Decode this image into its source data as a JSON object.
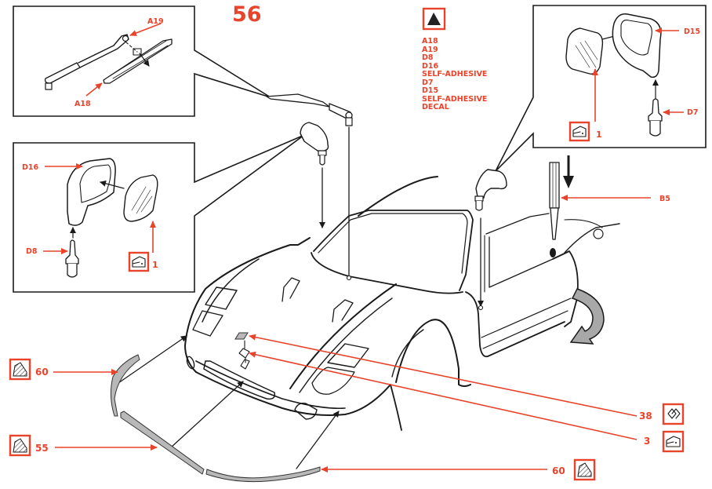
{
  "page": {
    "step_number": "56",
    "colors": {
      "accent_red": "#e8432b",
      "ink": "#1a1a1a",
      "strip_gray": "#b8b8b8"
    }
  },
  "legend": {
    "icon": "filled-triangle-icon",
    "items": [
      "A18",
      "A19",
      "D8",
      "D16",
      "SELF-ADHESIVE",
      "D7",
      "D15",
      "SELF-ADHESIVE",
      "DECAL"
    ]
  },
  "wiper_panel": {
    "labels": {
      "arm": "A19",
      "blade": "A18"
    }
  },
  "left_mirror_panel": {
    "labels": {
      "housing": "D16",
      "stalk": "D8",
      "glass_count": "1"
    },
    "glass_icon": "self-adhesive-icon"
  },
  "right_mirror_panel": {
    "labels": {
      "housing": "D15",
      "stalk": "D7",
      "glass_count": "1"
    },
    "glass_icon": "self-adhesive-icon"
  },
  "callouts": {
    "tool": "B5",
    "strip_left_top": "60",
    "strip_left_bottom": "55",
    "strip_bottom_right": "60",
    "badge_decal": "38",
    "badge_part": "3"
  },
  "icons": {
    "strip": "striped-adhesive-icon",
    "decal": "decal-icon",
    "self_adhesive": "self-adhesive-icon",
    "rotate": "curved-rotate-arrow-icon"
  }
}
